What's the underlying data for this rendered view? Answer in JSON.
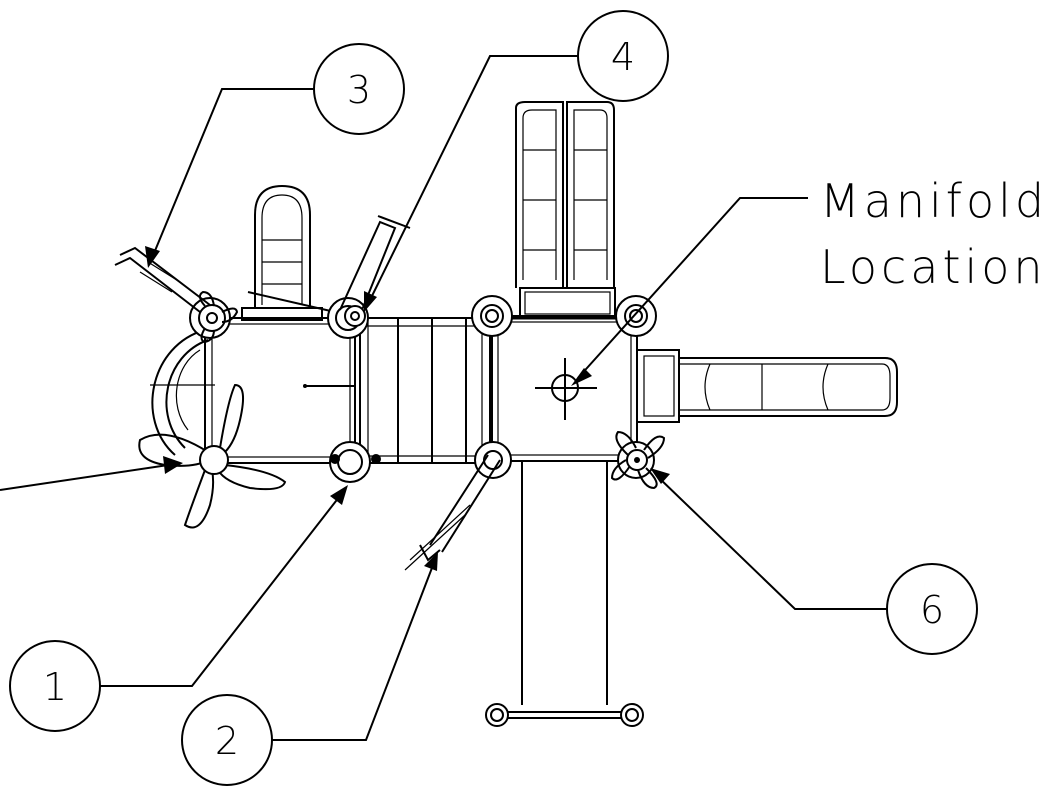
{
  "callouts": [
    {
      "id": "1",
      "label": "1"
    },
    {
      "id": "2",
      "label": "2"
    },
    {
      "id": "3",
      "label": "3"
    },
    {
      "id": "4",
      "label": "4"
    },
    {
      "id": "6",
      "label": "6"
    }
  ],
  "manifold": {
    "line1": "Manifold",
    "line2": "Location"
  }
}
